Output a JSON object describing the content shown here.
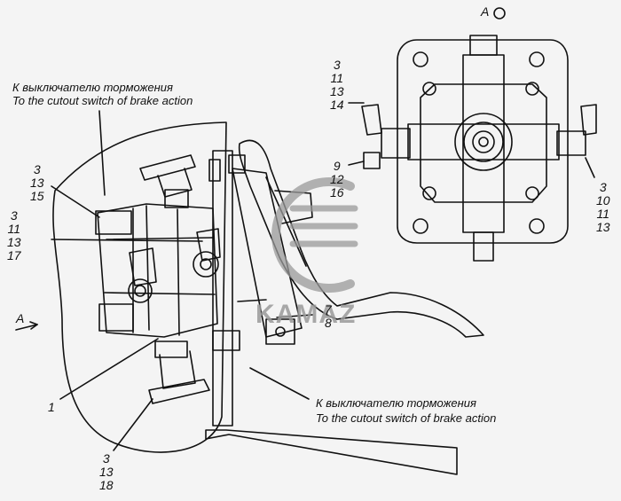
{
  "title_view": "A",
  "view_arrow_label": "A",
  "watermark": {
    "text": "KAMAZ"
  },
  "captions": {
    "top_left_ru": "К выключателю торможения",
    "top_left_en": "To the cutout switch of brake action",
    "bottom_right_ru": "К выключателю торможения",
    "bottom_right_en": "To the cutout switch of brake action"
  },
  "callouts": {
    "left_a": [
      "3",
      "13",
      "15"
    ],
    "left_b": [
      "3",
      "11",
      "13",
      "17"
    ],
    "left_c": [
      "1"
    ],
    "bottom": [
      "3",
      "13",
      "18"
    ],
    "right_78": [
      "7",
      "8"
    ],
    "topview_left": [
      "3",
      "11",
      "13",
      "14"
    ],
    "topview_mid": [
      "9",
      "12",
      "16"
    ],
    "topview_right": [
      "3",
      "10",
      "11",
      "13"
    ]
  },
  "colors": {
    "line": "#111111",
    "paper": "#f4f4f4",
    "watermark": "#9a9a9a"
  }
}
